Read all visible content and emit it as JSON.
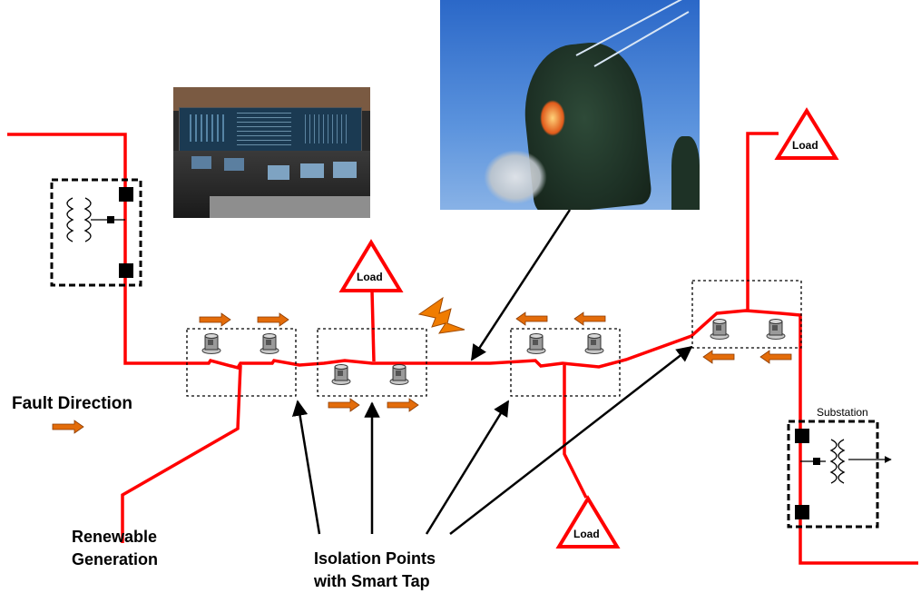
{
  "labels": {
    "fault_direction": "Fault Direction",
    "renewable_generation_line1": "Renewable",
    "renewable_generation_line2": "Generation",
    "isolation_points_line1": "Isolation Points",
    "isolation_points_line2": "with Smart Tap",
    "substation": "Substation",
    "load": "Load"
  },
  "colors": {
    "feeder_line": "#ff0000",
    "fault_arrow": "#e36c0a",
    "lightning_bolt": "#f07c00",
    "pointer_arrow": "#000000",
    "smart_tap_box": "#000000"
  },
  "icons": {
    "load": "load-triangle-icon",
    "fault_direction": "fault-direction-arrow-icon",
    "fault": "lightning-bolt-icon",
    "smart_tap": "smart-tap-device-icon",
    "transformer": "transformer-icon",
    "breaker": "breaker-icon"
  },
  "photos": {
    "control_room": "control-room-photo",
    "tree_fault": "tree-fault-photo"
  }
}
